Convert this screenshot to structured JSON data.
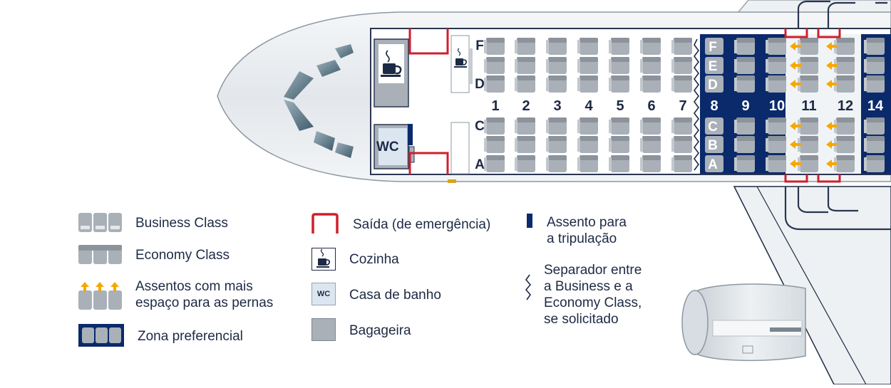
{
  "seatmap": {
    "rows": [
      "1",
      "2",
      "3",
      "4",
      "5",
      "6",
      "7",
      "8",
      "9",
      "10",
      "11",
      "12",
      "14"
    ],
    "letters_left": [
      "F",
      "D"
    ],
    "letters_left_bottom": [
      "C",
      "A"
    ],
    "letters_business": [
      "F",
      "E",
      "D",
      "C",
      "B",
      "A"
    ],
    "preferred_zone_start_row": "8",
    "extra_legroom_rows": [
      "11",
      "12"
    ],
    "facilities": {
      "wc_label": "WC"
    }
  },
  "legend": {
    "business": "Business Class",
    "economy": "Economy Class",
    "extra_legroom_line1": "Assentos com mais",
    "extra_legroom_line2": "espaço para as pernas",
    "preferred_zone": "Zona preferencial",
    "exit": "Saída (de emergência)",
    "galley": "Cozinha",
    "wc_icon_label": "WC",
    "toilet": "Casa de banho",
    "storage": "Bagageira",
    "crew_line1": "Assento para",
    "crew_line2": "a tripulação",
    "separator_line1": "Separador entre",
    "separator_line2": "a Business e a",
    "separator_line3": "Economy Class,",
    "separator_line4": "se solicitado"
  },
  "colors": {
    "navy": "#0a2a6b",
    "seat_gray": "#a9b0b8",
    "seat_dark": "#8c939b",
    "exit_red": "#d01f2c",
    "legroom_orange": "#f5a800",
    "text": "#1d2a44"
  }
}
